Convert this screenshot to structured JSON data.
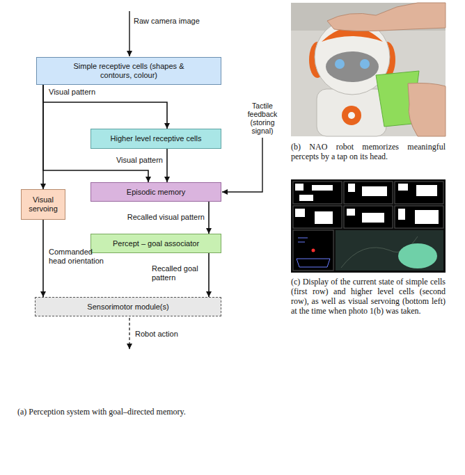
{
  "diagram": {
    "nodes": [
      {
        "text": [
          "Simple receptive cells (shapes & contours, colour)"
        ]
      },
      {
        "text": [
          "Higher level receptive cells"
        ]
      },
      {
        "text": [
          "Episodic memory"
        ]
      },
      {
        "text": [
          "Visual servoing"
        ]
      },
      {
        "text": [
          "Percept – goal associator"
        ]
      },
      {
        "text": [
          "Sensorimotor module(s)"
        ]
      }
    ],
    "edges": [
      {
        "from": 0,
        "to": 1,
        "arrow": "to",
        "label": "Visual pattern"
      },
      {
        "from": 0,
        "to": 2,
        "arrow": "to"
      },
      {
        "from": 0,
        "to": 3,
        "arrow": "to"
      },
      {
        "from": 1,
        "to": 2,
        "arrow": "to",
        "label": "Visual pattern"
      },
      {
        "from": 2,
        "to": 4,
        "arrow": "to",
        "label": "Recalled visual pattern"
      },
      {
        "from": 3,
        "to": 5,
        "arrow": "to",
        "label": "Commanded head orientation"
      },
      {
        "from": 4,
        "to": 5,
        "arrow": "to",
        "label": "Recalled goal pattern"
      }
    ],
    "labels": [
      "Raw camera image",
      "Tactile feedback (storing signal)",
      "Robot action",
      "(a) Perception system with goal–directed memory.",
      "(b) NAO robot memorizes meaningful percepts by a tap on its head.",
      "(c) Display of the current state of simple cells (first row) and higher level cells (second row), as well as visual servoing (bottom left) at the time when photo 1(b) was taken."
    ]
  }
}
